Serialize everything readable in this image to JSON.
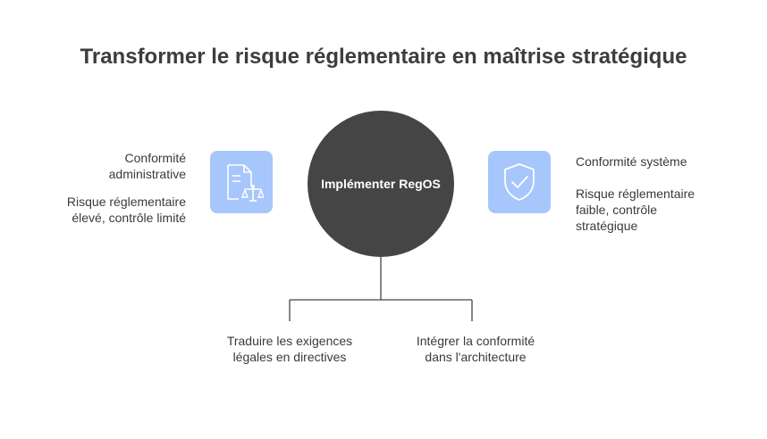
{
  "title": "Transformer le risque réglementaire en maîtrise stratégique",
  "left": {
    "heading": "Conformité administrative",
    "heading_line1": "Conformité",
    "heading_line2": "administrative",
    "detail_line1": "Risque réglementaire",
    "detail_line2": "élevé, contrôle limité",
    "icon": "document-scale-icon"
  },
  "center": {
    "label": "Implémenter RegOS"
  },
  "right": {
    "heading": "Conformité système",
    "detail_line1": "Risque réglementaire",
    "detail_line2": "faible, contrôle",
    "detail_line3": "stratégique",
    "icon": "shield-check-icon"
  },
  "branches": [
    {
      "line1": "Traduire les exigences",
      "line2": "légales en directives"
    },
    {
      "line1": "Intégrer la conformité",
      "line2": "dans l'architecture"
    }
  ],
  "colors": {
    "icon_bg": "#a7c6fb",
    "circle": "#454545",
    "text": "#3a3a3a"
  }
}
